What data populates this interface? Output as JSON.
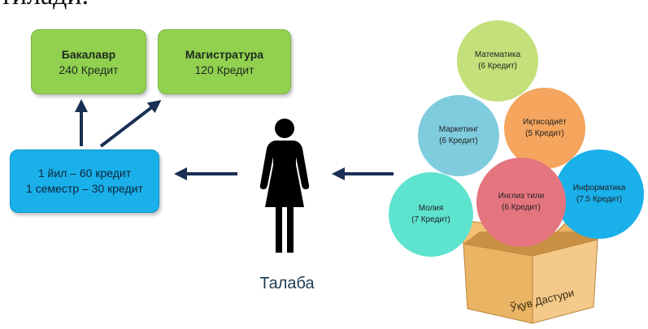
{
  "header": {
    "text": "тилади."
  },
  "bachelor": {
    "title": "Бакалавр",
    "credits": "240 Кредит"
  },
  "master": {
    "title": "Магистратура",
    "credits": "120 Кредит"
  },
  "credit_info": {
    "line1": "1 йил – 60 кредит",
    "line2": "1 семестр – 30 кредит"
  },
  "student": {
    "label": "Талаба"
  },
  "subjects": [
    {
      "name": "Математика",
      "credits": "(6 Кредит)",
      "color": "#c3e07a"
    },
    {
      "name": "Маркетинг",
      "credits": "(6 Кредит)",
      "color": "#80ccdf"
    },
    {
      "name": "Иқтисодиёт",
      "credits": "(5 Кредит)",
      "color": "#f5a55d"
    },
    {
      "name": "Информатика",
      "credits": "(7.5 Кредит)",
      "color": "#1ab0ea"
    },
    {
      "name": "Молия",
      "credits": "(7 Кредит)",
      "color": "#5ee3cf"
    },
    {
      "name": "Инглиз тили",
      "credits": "(6 Кредит)",
      "color": "#e4757f"
    }
  ],
  "curriculum": {
    "label": "Ўқув Дастури"
  },
  "colors": {
    "arrow": "#1a2f55",
    "green": "#92d050",
    "blue": "#1ab0ea",
    "box": "#f2c272"
  }
}
